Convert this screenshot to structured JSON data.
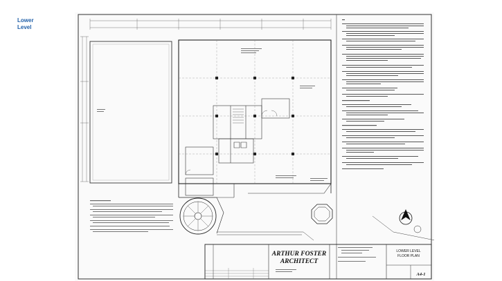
{
  "page": {
    "label": "Lower\nLevel"
  },
  "title_block": {
    "architect_line1": "ARTHUR FOSTER",
    "architect_line2": "ARCHITECT",
    "sheet_title_line1": "LOWER LEVEL",
    "sheet_title_line2": "FLOOR PLAN",
    "sheet_number": "A4-1"
  }
}
